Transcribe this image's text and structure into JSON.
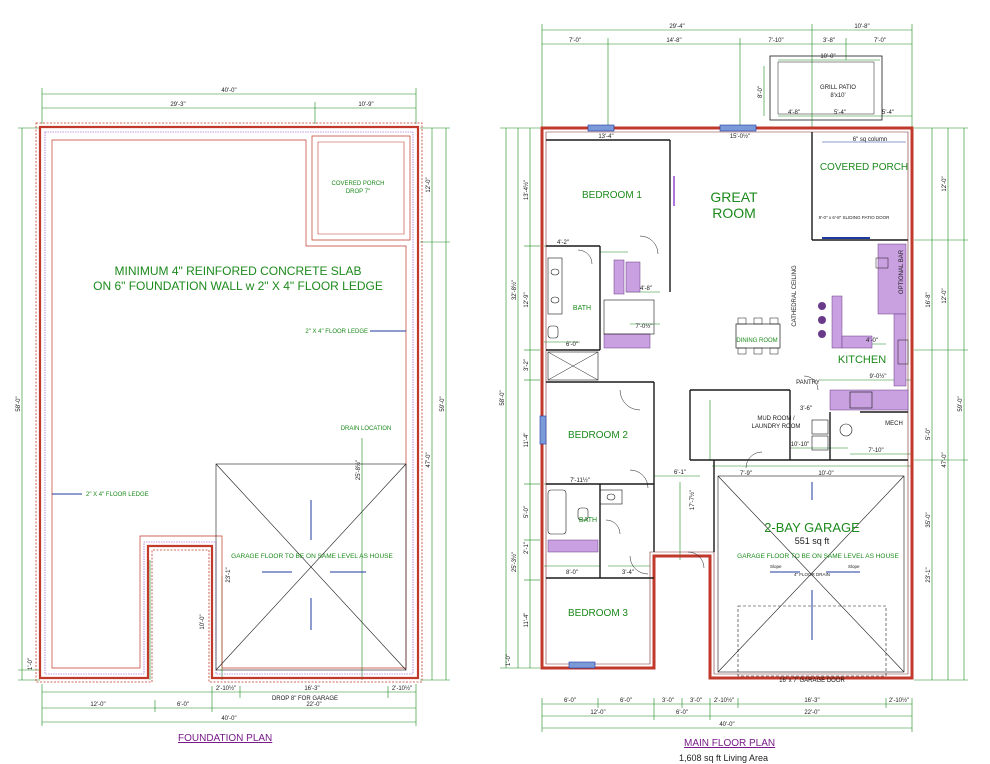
{
  "foundation": {
    "caption": "FOUNDATION PLAN",
    "slab_note_line1": "MINIMUM 4\" REINFORED CONCRETE SLAB",
    "slab_note_line2": "ON 6\" FOUNDATION WALL w 2\" X 4\" FLOOR LEDGE",
    "porch_line1": "COVERED PORCH",
    "porch_line2": "DROP 7\"",
    "ledge_label_right": "2\" X 4\" FLOOR LEDGE",
    "ledge_label_left": "2\" X 4\" FLOOR LEDGE",
    "drain": "DRAIN LOCATION",
    "garage_note": "GARAGE FLOOR TO BE ON SAME LEVEL AS HOUSE",
    "drop_note": "DROP 8\" FOR GARAGE",
    "dims": {
      "top_total": "40'-0\"",
      "top_left": "29'-3\"",
      "top_right": "10'-9\"",
      "right_a": "12'-0\"",
      "right_b": "59'-0\"",
      "right_c": "47'-0\"",
      "left": "58'-0\"",
      "drain_v": "25'-8½\"",
      "g_left": "23'-1\"",
      "notch": "10'-0\"",
      "corner": "1'-0\"",
      "b1": "2'-10½\"",
      "b2": "16'-3\"",
      "b3": "2'-10½\"",
      "b4": "12'-0\"",
      "b5": "6'-0\"",
      "b6": "22'-0\"",
      "bottom_total": "40'-0\""
    }
  },
  "main": {
    "caption": "MAIN FLOOR PLAN",
    "area": "1,608 sq ft Living Area",
    "rooms": {
      "bed1": "BEDROOM 1",
      "great1": "GREAT",
      "great2": "ROOM",
      "porch": "COVERED PORCH",
      "grill1": "GRILL PATIO",
      "grill2": "8'x10'",
      "column": "6\" sq column",
      "bath1": "BATH",
      "dining": "DINING ROOM",
      "kitchen": "KITCHEN",
      "pantry": "PANTRY",
      "mud1": "MUD ROOM /",
      "mud2": "LAUNDRY ROOM",
      "mech": "MECH",
      "bed2": "BEDROOM 2",
      "bath2": "BATH",
      "garage1": "2-BAY GARAGE",
      "garage2": "551 sq ft",
      "garage_note": "GARAGE FLOOR TO BE ON SAME LEVEL AS HOUSE",
      "bed3": "BEDROOM 3",
      "bar": "OPTIONAL BAR",
      "cathedral": "CATHEDRAL CEILING",
      "garage_door": "16' x 7' GARAGE DOOR",
      "sliding": "8'-0\" x 6'-8\" SLIDING PATIO DOOR",
      "drain_small": "4\" FLOOR DRAIN",
      "slope": "Slope"
    },
    "dims": {
      "top_total_a": "29'-4\"",
      "top_total_b": "10'-8\"",
      "t1": "7'-0\"",
      "t2": "14'-8\"",
      "t3": "7'-10\"",
      "t4": "3'-8\"",
      "t5": "7'-0\"",
      "patio": "10'-0\"",
      "patio_v": "8'-0\"",
      "p1": "4'-8\"",
      "p2": "5'-4\"",
      "p3": "5'-4\"",
      "r1": "13'-4\"",
      "r2": "15'-0½\"",
      "l1": "13'-4½\"",
      "l2": "32'-8½\"",
      "l3": "12'-9\"",
      "l4": "3'-2\"",
      "l5": "11'-4\"",
      "l6": "58'-0\"",
      "l7": "5'-0\"",
      "l8": "2'-1\"",
      "l9": "25'-3½\"",
      "l10": "11'-4\"",
      "l11": "1'-0\"",
      "rr1": "12'-0\"",
      "rr2": "12'-0\"",
      "rr3": "16'-8\"",
      "rr4": "5'-0\"",
      "rr5": "59'-0\"",
      "rr6": "47'-0\"",
      "rr7": "35'-0\"",
      "rr8": "23'-1\"",
      "k1": "4'-0\"",
      "k2": "9'-0½\"",
      "k3": "7'-10\"",
      "k4": "3'-6\"",
      "mud": "10'-10\"",
      "g1": "7'-9\"",
      "g2": "10'-0\"",
      "g3": "6'-1\"",
      "g4": "17'-7½\"",
      "bt1": "7'-11½\"",
      "bt2": "8'-0\"",
      "bt3": "3'-4\"",
      "b1": "6'-0\"",
      "b2": "6'-0\"",
      "b3": "3'-0\"",
      "b4": "3'-0\"",
      "b5": "2'-10½\"",
      "b6": "16'-3\"",
      "b7": "2'-10½\"",
      "b8": "12'-0\"",
      "b9": "6'-0\"",
      "b10": "22'-0\"",
      "b11": "40'-0\"",
      "hall1": "4'-2\"",
      "hall2": "4'-8\"",
      "hall3": "7'-0½\"",
      "hall4": "6'-0\""
    }
  }
}
